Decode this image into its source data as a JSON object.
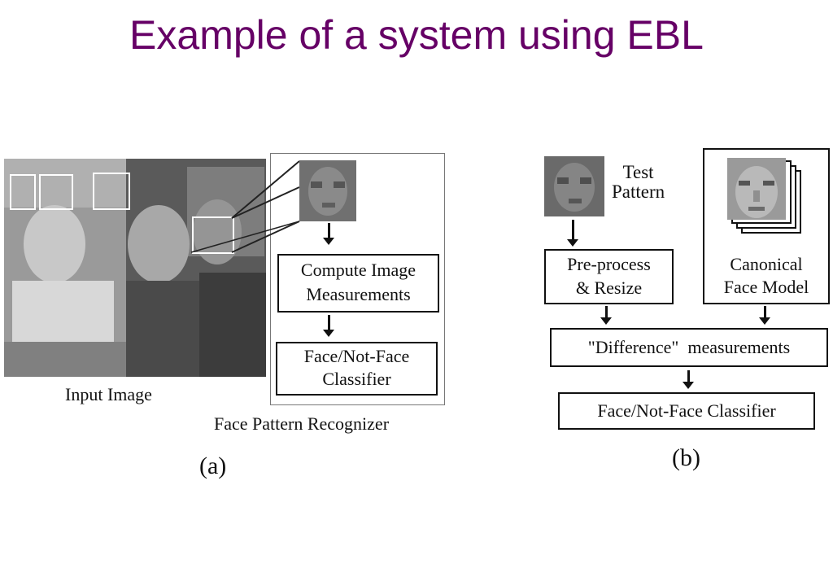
{
  "slide": {
    "title": "Example of a system using EBL"
  },
  "figure_a": {
    "input_caption": "Input Image",
    "recognizer_caption": "Face Pattern Recognizer",
    "box_measure": {
      "line1": "Compute Image",
      "line2": "Measurements"
    },
    "box_classifier": {
      "line1": "Face/Not-Face",
      "line2": "Classifier"
    },
    "label": "(a)"
  },
  "figure_b": {
    "test_pattern": {
      "line1": "Test",
      "line2": "Pattern"
    },
    "box_preprocess": {
      "line1": "Pre-process",
      "line2": "& Resize"
    },
    "box_canonical": {
      "line1": "Canonical",
      "line2": "Face Model"
    },
    "box_difference": "\"Difference\"  measurements",
    "box_classifier": "Face/Not-Face Classifier",
    "label": "(b)"
  }
}
